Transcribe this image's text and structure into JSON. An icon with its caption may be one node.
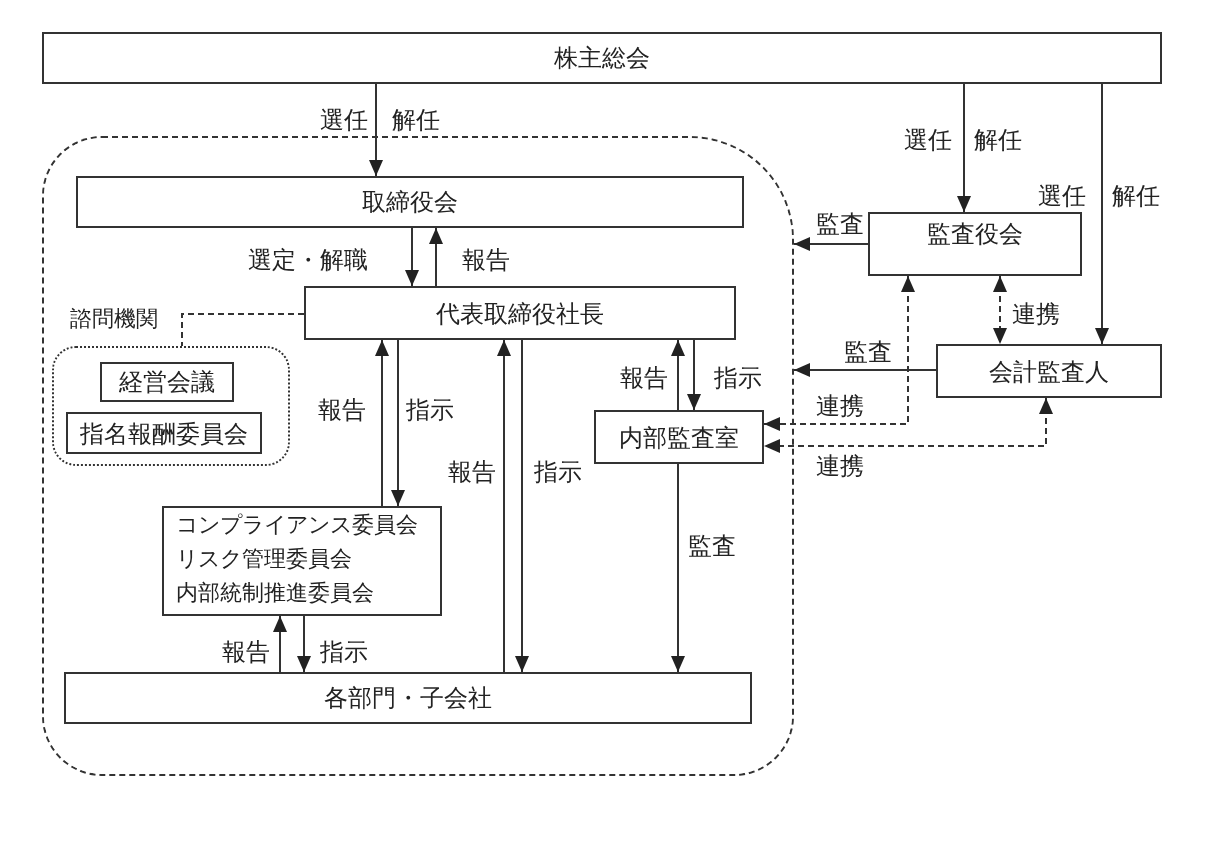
{
  "diagram": {
    "nodes": [
      {
        "text": [
          "株主総会"
        ]
      },
      {
        "text": [],
        "shape": "box"
      },
      {
        "text": [
          "取締役会"
        ],
        "in": 1
      },
      {
        "text": [
          "代表取締役社長"
        ],
        "in": 1
      },
      {
        "text": [
          "諮問機関"
        ],
        "in": 1
      },
      {
        "text": [
          "経営会議"
        ],
        "in": 4
      },
      {
        "text": [
          "指名報酬委員会"
        ],
        "in": 4
      },
      {
        "text": [
          "コンプライアンス委員会",
          "リスク管理委員会",
          "内部統制推進委員会"
        ],
        "in": 1
      },
      {
        "text": [
          "各部門・子会社"
        ],
        "in": 1
      },
      {
        "text": [
          "内部監査室"
        ],
        "in": 1
      },
      {
        "text": [
          "監査役会"
        ]
      },
      {
        "text": [
          "会計監査人"
        ]
      }
    ],
    "edges": [
      {
        "from": 0,
        "to": 2,
        "arrow": "to",
        "label": "選任"
      },
      {
        "from": 0,
        "to": 10,
        "arrow": "to",
        "label": "選任"
      },
      {
        "from": 0,
        "to": 11,
        "arrow": "to",
        "label": "選任"
      },
      {
        "from": 2,
        "to": 3,
        "arrow": "to",
        "label": "選定・解職"
      },
      {
        "from": 3,
        "to": 2,
        "arrow": "to",
        "label": "報告"
      },
      {
        "from": 10,
        "to": 1,
        "arrow": "to",
        "label": "監査"
      },
      {
        "from": 10,
        "to": 11,
        "arrow": "both",
        "label": "連携",
        "style": "dashed"
      },
      {
        "from": 11,
        "to": 1,
        "arrow": "to",
        "label": "監査"
      },
      {
        "from": 10,
        "to": 9,
        "arrow": "both",
        "label": "連携",
        "style": "dashed"
      },
      {
        "from": 11,
        "to": 9,
        "arrow": "both",
        "label": "連携",
        "style": "dashed"
      },
      {
        "from": 3,
        "to": 9,
        "arrow": "to",
        "label": "指示"
      },
      {
        "from": 9,
        "to": 3,
        "arrow": "to",
        "label": "報告"
      },
      {
        "from": 9,
        "to": 8,
        "arrow": "to",
        "label": "監査"
      },
      {
        "from": 3,
        "to": 7,
        "arrow": "to",
        "label": "指示"
      },
      {
        "from": 7,
        "to": 3,
        "arrow": "to",
        "label": "報告"
      },
      {
        "from": 8,
        "to": 3,
        "arrow": "to",
        "label": "報告"
      },
      {
        "from": 3,
        "to": 8,
        "arrow": "to",
        "label": "指示"
      },
      {
        "from": 7,
        "to": 8,
        "arrow": "to",
        "label": "指示"
      },
      {
        "from": 8,
        "to": 7,
        "arrow": "to",
        "label": "報告"
      },
      {
        "from": 3,
        "to": 4,
        "arrow": "none",
        "style": "dashed"
      }
    ],
    "labels": [
      "解任",
      "解任",
      "解任"
    ]
  }
}
